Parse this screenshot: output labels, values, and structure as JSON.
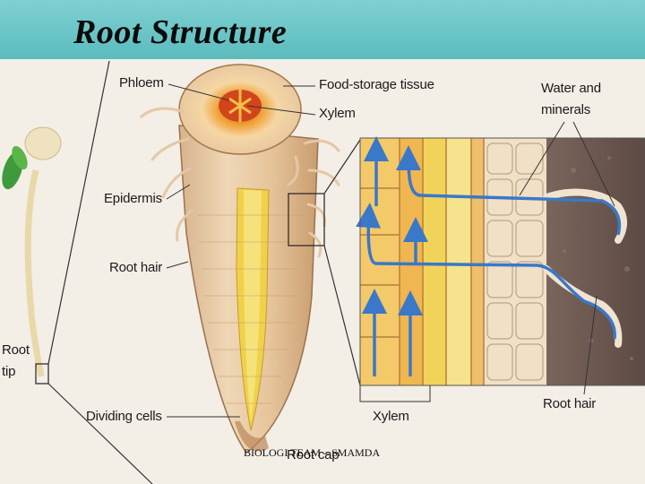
{
  "slide": {
    "title": "Root Structure",
    "footer": "BIOLOGI TEAM – SMAMDA"
  },
  "labels": {
    "phloem": "Phloem",
    "food_storage": "Food-storage tissue",
    "xylem_top": "Xylem",
    "water_minerals_1": "Water and",
    "water_minerals_2": "minerals",
    "epidermis": "Epidermis",
    "root_hair_left": "Root hair",
    "root_tip_1": "Root",
    "root_tip_2": "tip",
    "dividing_cells": "Dividing cells",
    "root_cap": "Root cap",
    "xylem_bottom": "Xylem",
    "root_hair_right": "Root hair"
  },
  "colors": {
    "title_bar": "#5bbcbe",
    "background": "#f3eee6",
    "root_tan": "#e8c9a3",
    "xylem_yellow": "#f0d24a",
    "phloem_orange": "#e89a2a",
    "water_arrow": "#3a78c9",
    "soil": "#6e5a52"
  }
}
